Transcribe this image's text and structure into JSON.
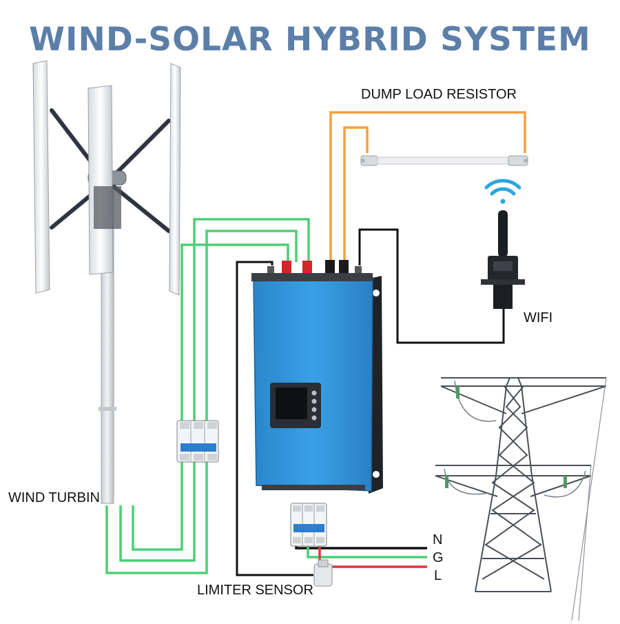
{
  "title": "WIND-SOLAR HYBRID SYSTEM",
  "labels": {
    "dump_load": "DUMP LOAD RESISTOR",
    "wifi": "WIFI",
    "wind_turbine": "WIND TURBIN",
    "limiter_sensor": "LIMITER SENSOR",
    "n": "N",
    "g": "G",
    "l": "L"
  },
  "colors": {
    "title": "#5c7fa9",
    "wind_wire": "#4ccf74",
    "dump_wire": "#f4a03a",
    "neutral_wire": "#111111",
    "ground_wire": "#4ccf74",
    "line_wire": "#d93b3b",
    "inverter": "#2f8fd6"
  },
  "icons": [
    "wind-turbine-icon",
    "breaker-icon",
    "inverter-icon",
    "dump-load-resistor-icon",
    "wifi-signal-icon",
    "wifi-dongle-icon",
    "limiter-sensor-icon",
    "power-tower-icon"
  ]
}
